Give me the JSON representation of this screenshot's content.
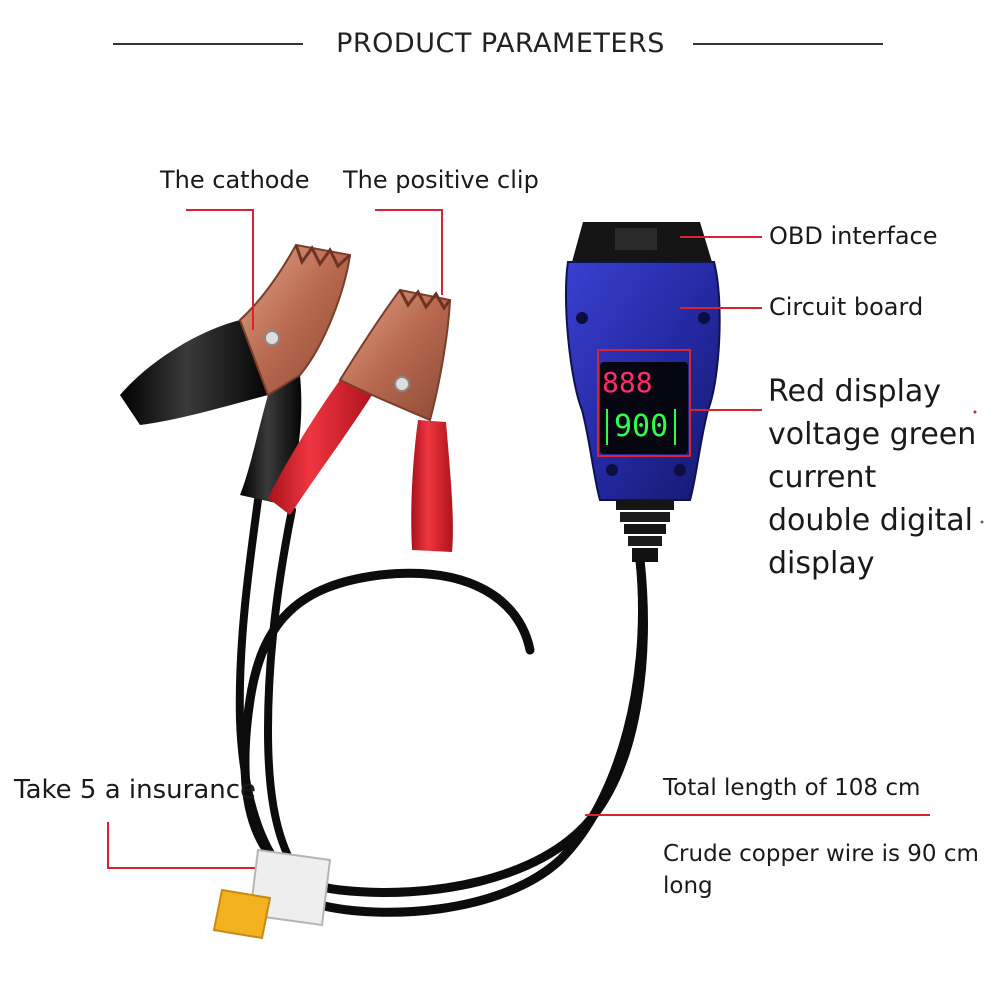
{
  "title": "PRODUCT PARAMETERS",
  "labels": {
    "cathode": "The cathode",
    "positive_clip": "The positive clip",
    "obd_interface": "OBD interface",
    "circuit_board": "Circuit board",
    "display_lines": [
      "Red display",
      "voltage green",
      "current",
      "double digital",
      "display"
    ],
    "fuse": "Take 5 a insurance",
    "total_length": "Total length of 108 cm",
    "copper_wire_lines": [
      "Crude copper wire is 90 cm",
      "long"
    ]
  },
  "display_readings": {
    "voltage": "888",
    "current": "900"
  },
  "colors": {
    "callout_line": "#d9232d",
    "voltage_digits": "#ff2d6e",
    "current_digits": "#2cff4a",
    "obd_body": "#2a2fb0",
    "clip_copper": "#c0735a",
    "cathode_sleeve": "#151515",
    "positive_sleeve": "#d8202a",
    "fuse": "#f2b21f"
  },
  "icons": {
    "cathode_clip": "alligator-clip-icon",
    "positive_clip": "alligator-clip-icon",
    "obd_connector": "obd-connector-icon",
    "fuse": "blade-fuse-icon"
  }
}
